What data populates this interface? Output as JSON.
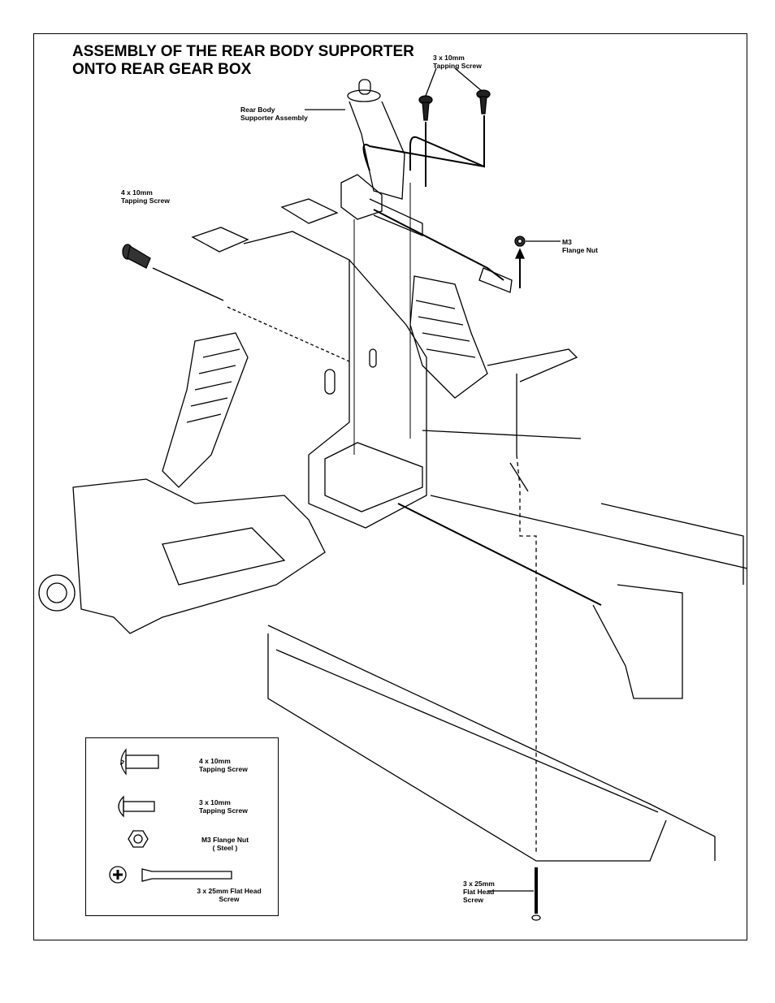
{
  "title": {
    "line1": "ASSEMBLY OF THE REAR BODY SUPPORTER",
    "line2": "ONTO REAR GEAR BOX"
  },
  "callouts": {
    "rear_body_supporter": {
      "line1": "Rear Body",
      "line2": "Supporter Assembly"
    },
    "screw_3x10_top": {
      "line1": "3 x 10mm",
      "line2": "Tapping Screw"
    },
    "screw_4x10": {
      "line1": "4 x 10mm",
      "line2": "Tapping Screw"
    },
    "flange_nut": {
      "line1": "M3",
      "line2": "Flange Nut"
    },
    "flat_head": {
      "line1": "3 x 25mm",
      "line2": "Flat Head",
      "line3": "Screw"
    }
  },
  "legend": {
    "items": [
      {
        "line1": "4 x 10mm",
        "line2": "Tapping Screw"
      },
      {
        "line1": "3 x 10mm",
        "line2": "Tapping Screw"
      },
      {
        "line1": "M3  Flange  Nut",
        "line2": "( Steel )"
      },
      {
        "line1": "3 x 25mm  Flat Head",
        "line2": "Screw"
      }
    ]
  }
}
